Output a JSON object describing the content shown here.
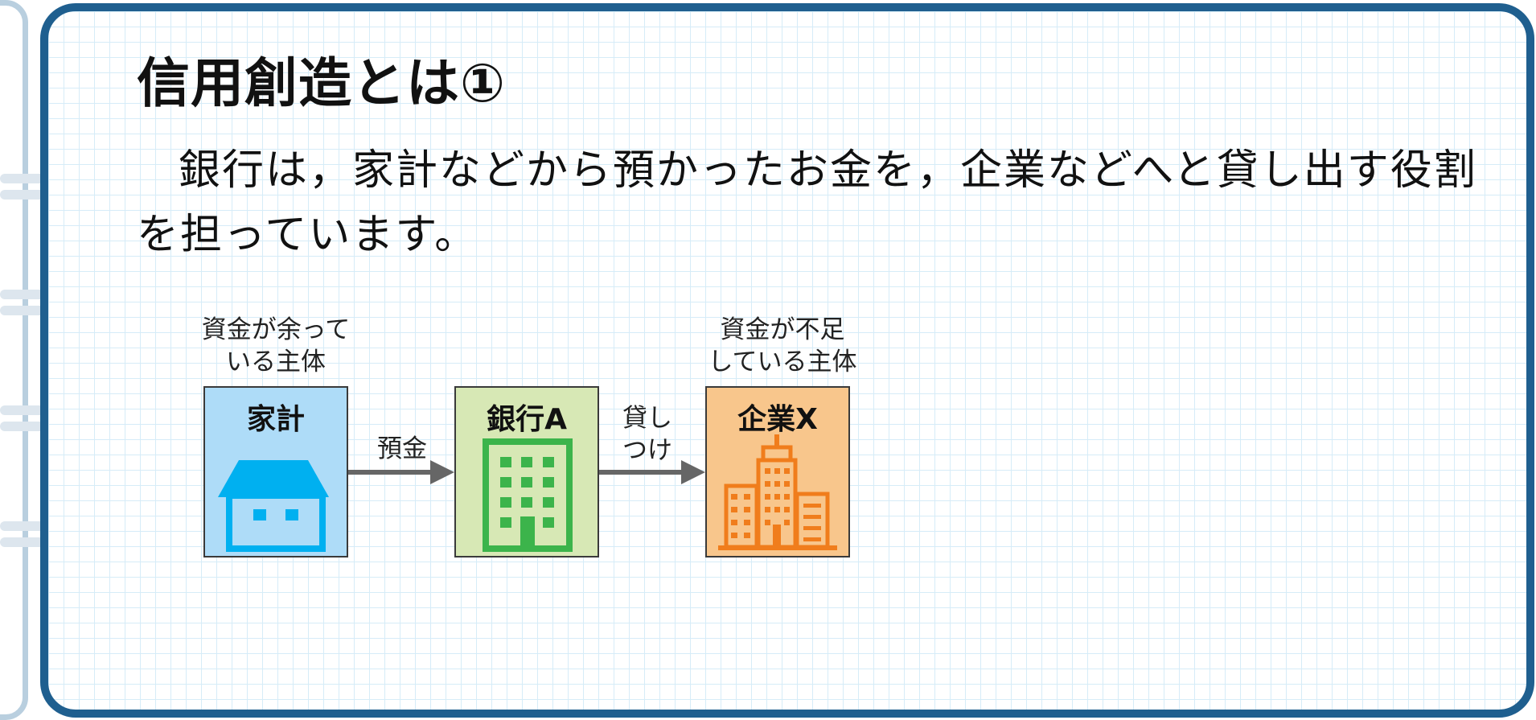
{
  "slide": {
    "title": "信用創造とは①",
    "body": "銀行は，家計などから預かったお金を，企業などへと貸し出す役割を担っています。"
  },
  "diagram": {
    "nodes": [
      {
        "id": "household",
        "label": "家計",
        "caption": [
          "資金が余って",
          "いる主体"
        ],
        "fill": "#aedcf8",
        "icon": "house-icon",
        "icon_color": "#00b0f0"
      },
      {
        "id": "bank",
        "label": "銀行A",
        "fill": "#d7e8b5",
        "icon": "bank-building-icon",
        "icon_color": "#3cb44b"
      },
      {
        "id": "company",
        "label": "企業X",
        "caption": [
          "資金が不足",
          "している主体"
        ],
        "fill": "#f8c68c",
        "icon": "office-buildings-icon",
        "icon_color": "#f07d1c"
      }
    ],
    "edges": [
      {
        "from": "household",
        "to": "bank",
        "label": [
          "預金"
        ]
      },
      {
        "from": "bank",
        "to": "company",
        "label": [
          "貸し",
          "つけ"
        ]
      }
    ],
    "colors": {
      "border": "#1f5f8f",
      "grid": "#d6ecf8",
      "arrow": "#666666"
    }
  }
}
